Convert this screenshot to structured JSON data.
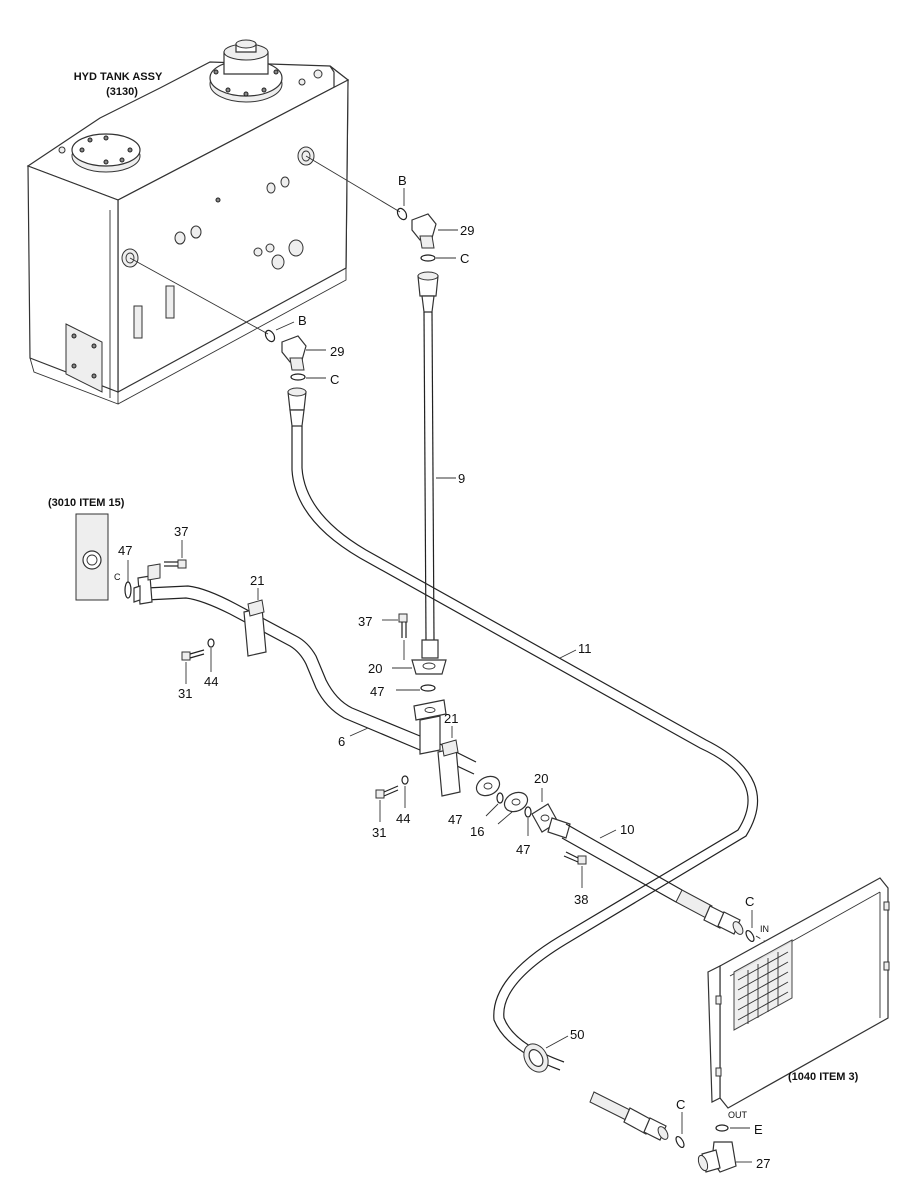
{
  "captions": {
    "tank_name": "HYD TANK ASSY",
    "tank_ref": "(3130)",
    "valve_ref": "(3010 ITEM 15)",
    "cooler_ref": "(1040 ITEM 3)"
  },
  "port_labels": {
    "in": "IN",
    "out": "OUT",
    "c_small": "C"
  },
  "callouts": {
    "b_upper": "B",
    "b_lower": "B",
    "c_upper": "C",
    "c_lower": "C",
    "c_in": "C",
    "c_out": "C",
    "e": "E",
    "p29_upper": "29",
    "p29_lower": "29",
    "p9": "9",
    "p11": "11",
    "p37_valve": "37",
    "p47_valve": "47",
    "p21_left": "21",
    "p31_left": "31",
    "p44_left": "44",
    "p37_mid": "37",
    "p20_mid": "20",
    "p47_mid": "47",
    "p21_right": "21",
    "p6": "6",
    "p31_right": "31",
    "p44_right": "44",
    "p47_lower_a": "47",
    "p16": "16",
    "p20_lower": "20",
    "p47_lower_b": "47",
    "p10": "10",
    "p38": "38",
    "p50": "50",
    "p27": "27"
  }
}
